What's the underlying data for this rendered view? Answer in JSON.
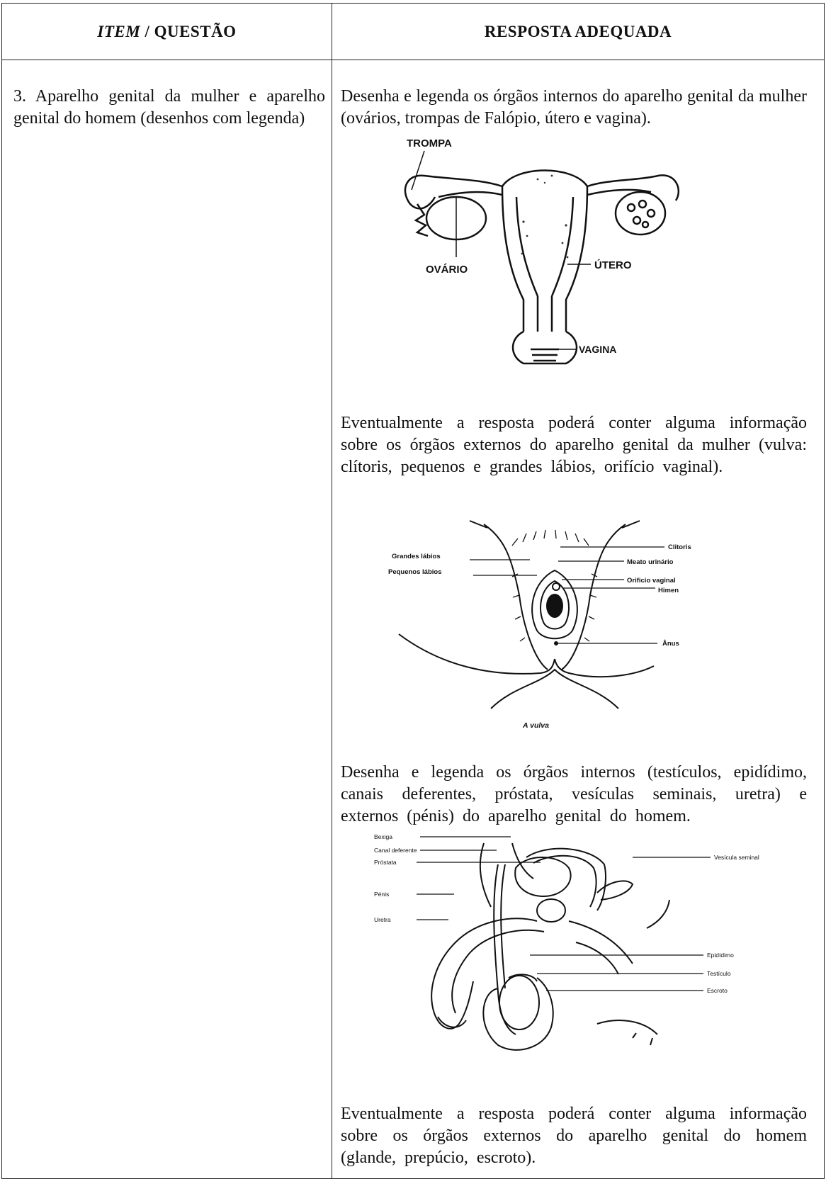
{
  "header": {
    "col1_italic": "ITEM",
    "col1_rest": " / QUESTÃO",
    "col2": "RESPOSTA ADEQUADA"
  },
  "question": {
    "text": "3. Aparelho genital da mulher e aparelho genital do homem (desenhos com legenda)"
  },
  "answer": {
    "p1": "Desenha e legenda os órgãos internos do aparelho genital da mulher (ovários, trompas de Falópio, útero e vagina).",
    "p2": "Eventualmente a resposta poderá conter alguma informação sobre os órgãos externos do aparelho genital da mulher (vulva: clítoris, pequenos e grandes lábios, orifício vaginal).",
    "p3": "Desenha e legenda os órgãos internos (testículos, epidídimo, canais deferentes, próstata, vesículas seminais, uretra) e externos (pénis) do aparelho genital do homem.",
    "p4": "Eventualmente a resposta poderá conter alguma informação sobre os órgãos externos do aparelho genital do homem (glande, prepúcio, escroto)."
  },
  "figure1": {
    "labels": {
      "trompa": "TROMPA",
      "ovario": "OVÁRIO",
      "utero": "ÚTERO",
      "vagina": "VAGINA"
    }
  },
  "figure2": {
    "labels": {
      "grandes_labios": "Grandes lábios",
      "pequenos_labios": "Pequenos lábios",
      "clitoris": "Clitoris",
      "meato": "Meato urinário",
      "orificio": "Orificio vaginal",
      "himen": "Himen",
      "anus": "Ânus"
    },
    "caption": "A vulva"
  },
  "figure3": {
    "labels": {
      "bexiga": "Bexiga",
      "canal": "Canal deferente",
      "prostata": "Próstata",
      "penis": "Pénis",
      "uretra": "Uretra",
      "vesicula": "Vesícula seminal",
      "epididimo": "Epidídimo",
      "testiculo": "Testículo",
      "escroto": "Escroto"
    }
  }
}
